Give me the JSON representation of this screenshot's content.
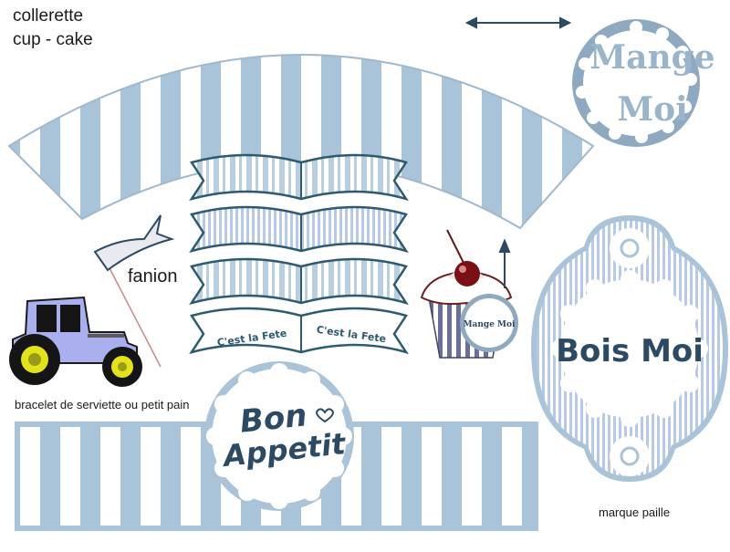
{
  "title": {
    "line1": "collerette",
    "line2": "cup - cake"
  },
  "fanion_label": "fanion",
  "bracelet_label": "bracelet de serviette ou petit pain",
  "straw_label": "marque paille",
  "mange_moi": {
    "line1": "Mange",
    "line2": "Moi"
  },
  "cupcake_tag": "Mange Moi",
  "bois_moi": "Bois Moi",
  "bon_appetit": {
    "line1": "Bon",
    "line2": "Appetit"
  },
  "banner_text": "C'est la Fete",
  "colors": {
    "stripe": "#a9c3d8",
    "dark": "#2c4a63",
    "border": "#8aa6bd",
    "tractor": "#aab0ee"
  },
  "icons": [
    "double-arrow-icon",
    "up-arrow-icon",
    "heart-icon",
    "tractor-icon",
    "cupcake-icon",
    "cherry-icon",
    "flag-icon"
  ]
}
